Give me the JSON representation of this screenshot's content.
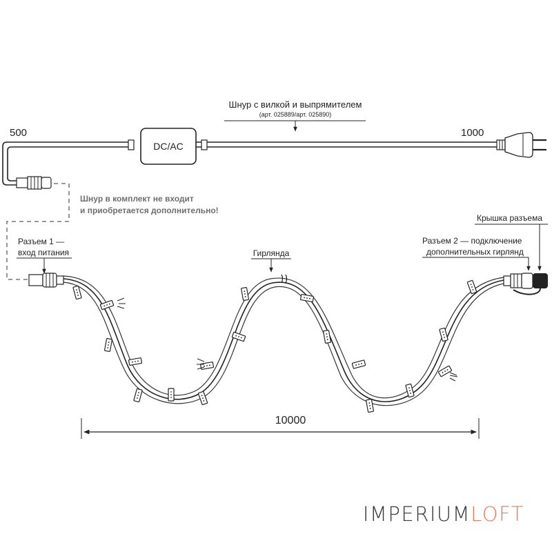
{
  "labels": {
    "cord_title": "Шнур с вилкой и выпрямителем",
    "cord_articles": "(арт. 025889/арт. 025890)",
    "dim_500": "500",
    "dim_1000": "1000",
    "adapter": "DC/AC",
    "note_line1": "Шнур в комплект не входит",
    "note_line2": "и приобретается дополнительно!",
    "connector1_line1": "Разъем 1 —",
    "connector1_line2": "вход питания",
    "garland": "Гирлянда",
    "connector2_line1": "Разъем 2 — подключение",
    "connector2_line2": "дополнительных гирлянд",
    "cap": "Крышка разъема",
    "length": "10000"
  },
  "logo": {
    "part1": "IMPERIUM",
    "part2": "LOFT"
  },
  "colors": {
    "line": "#222222",
    "dashed": "#8a8a8a",
    "note_text": "#6e6e6e",
    "logo_dark": "#3a3a3a",
    "logo_accent": "#e87a62"
  }
}
